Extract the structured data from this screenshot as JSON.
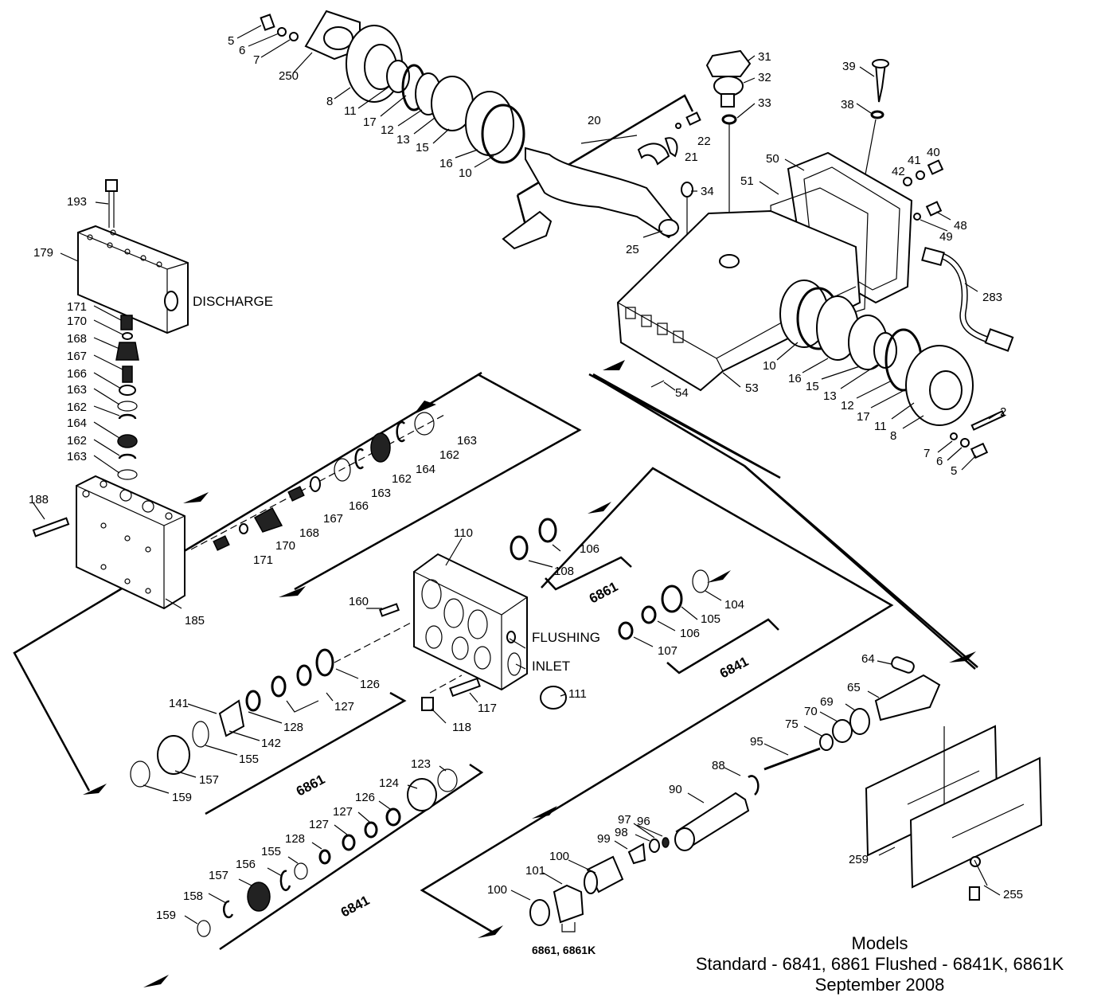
{
  "labels": {
    "p5a": "5",
    "p6a": "6",
    "p7a": "7",
    "p250": "250",
    "p8a": "8",
    "p11a": "11",
    "p17a": "17",
    "p12a": "12",
    "p13a": "13",
    "p15a": "15",
    "p16a": "16",
    "p10a": "10",
    "p20": "20",
    "p22": "22",
    "p21": "21",
    "p25": "25",
    "p34": "34",
    "p31": "31",
    "p32": "32",
    "p33": "33",
    "p39": "39",
    "p38": "38",
    "p40": "40",
    "p41": "41",
    "p42": "42",
    "p50": "50",
    "p51": "51",
    "p48": "48",
    "p49": "49",
    "p283": "283",
    "p10b": "10",
    "p16b": "16",
    "p15b": "15",
    "p13b": "13",
    "p12b": "12",
    "p17b": "17",
    "p11b": "11",
    "p8b": "8",
    "p2": "2",
    "p7b": "7",
    "p6b": "6",
    "p5b": "5",
    "p53": "53",
    "p54": "54",
    "p193": "193",
    "p179": "179",
    "discharge": "DISCHARGE",
    "p171a": "171",
    "p170a": "170",
    "p168a": "168",
    "p167a": "167",
    "p166a": "166",
    "p163a": "163",
    "p162a": "162",
    "p164a": "164",
    "p162b": "162",
    "p163b": "163",
    "p188": "188",
    "p185": "185",
    "p163c": "163",
    "p162c": "162",
    "p164b": "164",
    "p162d": "162",
    "p163d": "163",
    "p166b": "166",
    "p167b": "167",
    "p168b": "168",
    "p170b": "170",
    "p171b": "171",
    "p110": "110",
    "p160": "160",
    "flushing": "FLUSHING",
    "inlet": "INLET",
    "p111": "111",
    "p117": "117",
    "p118": "118",
    "p106a": "106",
    "p108": "108",
    "m6861a": "6861",
    "p104": "104",
    "p105": "105",
    "p106b": "106",
    "p107": "107",
    "m6841a": "6841",
    "p126a": "126",
    "p127a": "127",
    "p141": "141",
    "p142": "142",
    "p128a": "128",
    "p155a": "155",
    "p157a": "157",
    "p159a": "159",
    "m6861b": "6861",
    "p123": "123",
    "p124": "124",
    "p126b": "126",
    "p127b": "127",
    "p127c": "127",
    "p128b": "128",
    "p155b": "155",
    "p156": "156",
    "p157b": "157",
    "p158": "158",
    "p159b": "159",
    "m6841b": "6841",
    "p64": "64",
    "p65": "65",
    "p69": "69",
    "p70": "70",
    "p75": "75",
    "p95": "95",
    "p88": "88",
    "p90": "90",
    "p97": "97",
    "p96": "96",
    "p99": "99",
    "p98": "98",
    "p100a": "100",
    "p101": "101",
    "p100b": "100",
    "m6861k": "6861, 6861K",
    "p259": "259",
    "p255": "255"
  },
  "footer": {
    "line1": "Models",
    "line2": "Standard - 6841, 6861 Flushed - 6841K, 6861K",
    "line3": "September 2008"
  }
}
